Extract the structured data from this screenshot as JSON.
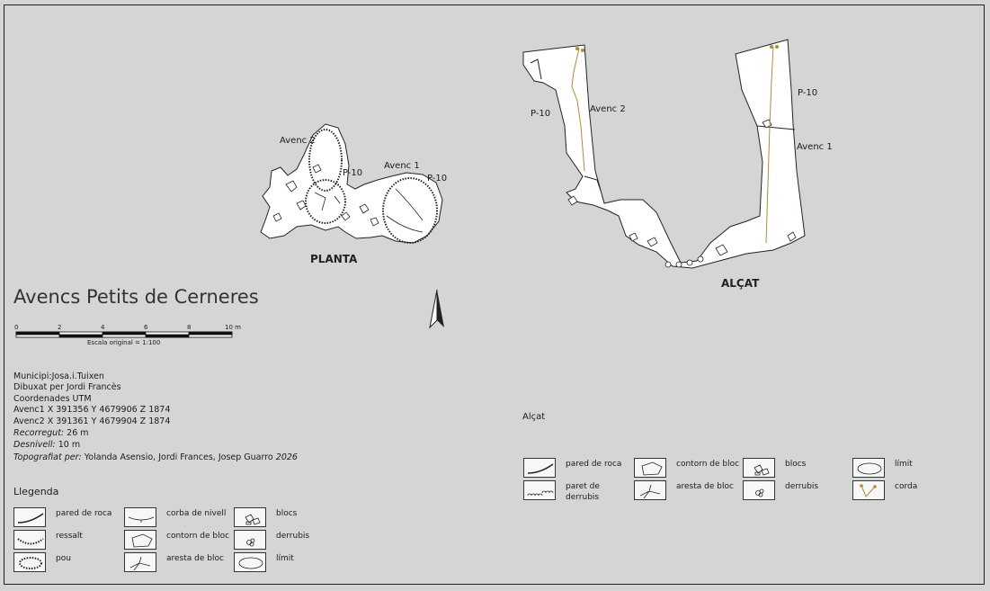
{
  "title": "Avencs Petits de Cerneres",
  "plan": {
    "label": "PLANTA",
    "avenc2": "Avenc 2",
    "avenc1": "Avenc 1",
    "p10a": "P-10",
    "p10b": "P-10"
  },
  "section": {
    "label": "ALÇAT",
    "avenc2": "Avenc 2",
    "avenc1": "Avenc 1",
    "p10a": "P-10",
    "p10b": "P-10"
  },
  "scale": {
    "ticks": [
      "0",
      "2",
      "4",
      "6",
      "8",
      "10 m"
    ],
    "caption": "Escala original = 1:100"
  },
  "info": {
    "municipi": "Municipi:Josa.i.Tuixen",
    "dibuixat": "Dibuxat per Jordi Francès",
    "coordenades": "Coordenades UTM",
    "avenc1": "Avenc1 X 391356  Y 4679906 Z 1874",
    "avenc2": "Avenc2 X 391361  Y 4679904 Z 1874",
    "recorregut_label": "Recorregut:",
    "recorregut_value": " 26 m",
    "desnivell_label": "Desnivell:",
    "desnivell_value": " 10 m",
    "topo_label": "Topografiat per:",
    "topo_names": " Yolanda Asensio,  Jordi Frances,  Josep Guarro  ",
    "topo_year": "2026"
  },
  "legend": {
    "heading": "Llegenda",
    "items": [
      "pared de roca",
      "ressalt",
      "pou",
      "corba de nivell",
      "contorn de bloc",
      "aresta de bloc",
      "blocs",
      "derrubis",
      "límit"
    ]
  },
  "legend2": {
    "heading": "Alçat",
    "items": [
      "pared de roca",
      "paret de derrubis",
      "contorn de bloc",
      "aresta de bloc",
      "blocs",
      "derrubis",
      "límit",
      "corda"
    ]
  }
}
